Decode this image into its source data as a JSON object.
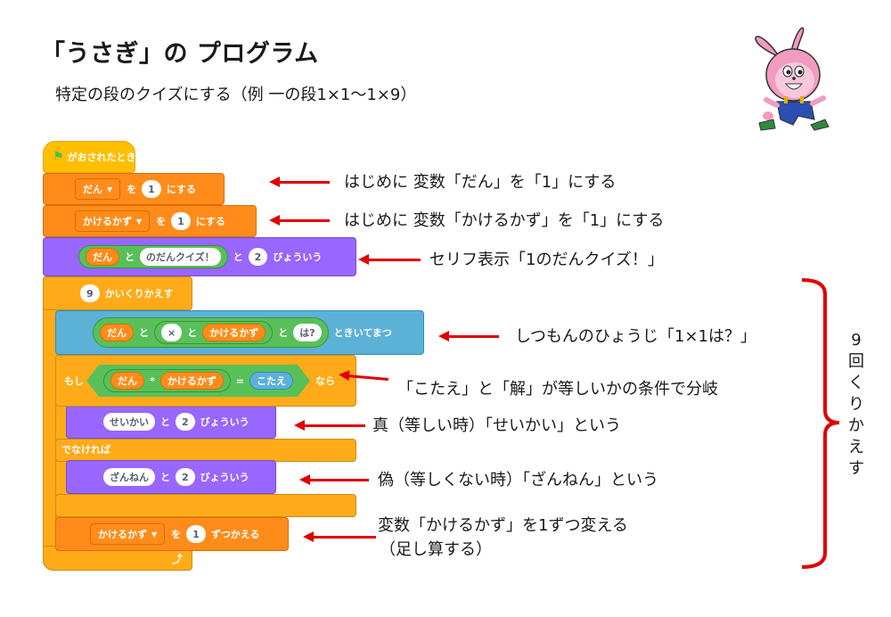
{
  "title": "「うさぎ」の プログラム",
  "subtitle": "特定の段のクイズにする（例 一の段1×1～1×9）",
  "character": {
    "icon": "rabbit-character",
    "colors": {
      "head": "#f29bc0",
      "overalls": "#2b4fb0",
      "shoes": "#2e8b3e"
    }
  },
  "colors": {
    "events": "#ffbf00",
    "variables": "#ff8c1a",
    "looks": "#9966ff",
    "control": "#ffab19",
    "sensing": "#5cb1d6",
    "operators": "#59c059",
    "arrow": "#e00000"
  },
  "blocks": {
    "hat": {
      "label": "がおされたとき",
      "icon": "green-flag-icon"
    },
    "set_dan": {
      "variable": "だん",
      "particle": "を",
      "value": "1",
      "suffix": "にする"
    },
    "set_kakeru": {
      "variable": "かけるかず",
      "particle": "を",
      "value": "1",
      "suffix": "にする"
    },
    "say_intro": {
      "var": "だん",
      "and1": "と",
      "text": "のだんクイズ！",
      "and2": "と",
      "seconds": "2",
      "suffix": "びょういう"
    },
    "repeat": {
      "count": "9",
      "label": "かいくりかえす"
    },
    "ask": {
      "var1": "だん",
      "and1": "と",
      "times": "×",
      "and2": "と",
      "var2": "かけるかず",
      "and3": "と",
      "text": "は?",
      "suffix": "ときいてまつ"
    },
    "if": {
      "prefix": "もし",
      "var1": "だん",
      "op": "*",
      "var2": "かけるかず",
      "eq": "=",
      "answer": "こたえ",
      "suffix": "なら"
    },
    "say_correct": {
      "text": "せいかい",
      "and": "と",
      "seconds": "2",
      "suffix": "びょういう"
    },
    "else": {
      "label": "でなければ"
    },
    "say_wrong": {
      "text": "ざんねん",
      "and": "と",
      "seconds": "2",
      "suffix": "びょういう"
    },
    "change": {
      "variable": "かけるかず",
      "particle": "を",
      "value": "1",
      "suffix": "ずつかえる"
    },
    "loop_end_icon": "loop-arrow-icon"
  },
  "annotations": {
    "set_dan": "はじめに 変数「だん」を「1」にする",
    "set_kakeru": "はじめに 変数「かけるかず」を「1」にする",
    "say_intro": "セリフ表示「1のだんクイズ！」",
    "ask": "しつもんのひょうじ「1×1は？」",
    "if": "「こたえ」と「解」が等しいかの条件で分岐",
    "true_branch": "真（等しい時）「せいかい」という",
    "false_branch": "偽（等しくない時）「ざんねん」という",
    "change_line1": "変数「かけるかず」を1ずつ変える",
    "change_line2": "（足し算する）",
    "repeat_chars": [
      "9",
      "回",
      "く",
      "り",
      "か",
      "え",
      "す"
    ]
  }
}
